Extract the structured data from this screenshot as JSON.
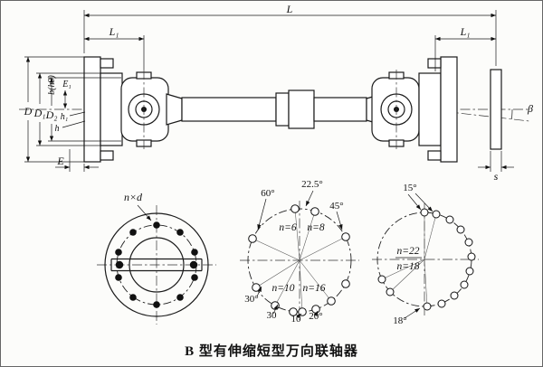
{
  "caption": "B 型有伸缩短型万向联轴器",
  "dims": {
    "L": "L",
    "L1_left": "L₁",
    "L1_right": "L₁",
    "D": "D",
    "D1": "D₁",
    "D2": "D₂",
    "E1": "E₁",
    "b_h9": "b(h9)",
    "h": "h",
    "h1": "h₁",
    "E": "E",
    "s": "s",
    "beta": "β",
    "n_x_d": "n×d"
  },
  "bolt_circle_mid": {
    "a60": "60°",
    "a225": "22.5°",
    "a45": "45°",
    "a30_left": "30°",
    "a30": "30",
    "a10": "10",
    "a20": "20°",
    "n6": "n=6",
    "n8": "n=8",
    "n10": "n=10",
    "n16": "n=16"
  },
  "bolt_circle_right": {
    "a15": "15°",
    "a18": "18°",
    "n22": "n=22",
    "n18": "n=18"
  }
}
